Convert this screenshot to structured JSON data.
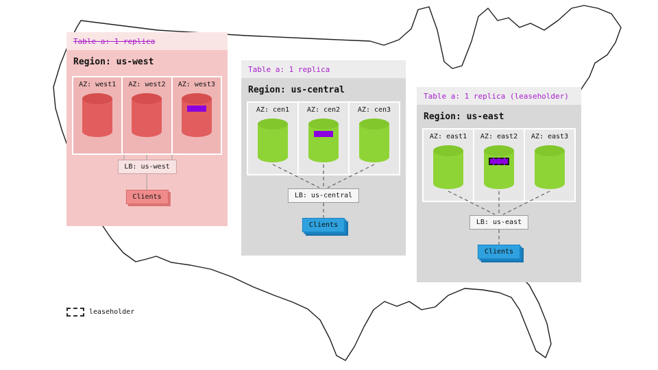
{
  "legend": {
    "label": "leaseholder"
  },
  "regions": [
    {
      "table_label": "Table a: 1 replica",
      "table_strikethrough": true,
      "region_label": "Region: us-west",
      "azs": [
        {
          "label": "AZ: west1",
          "chip": false
        },
        {
          "label": "AZ: west2",
          "chip": false
        },
        {
          "label": "AZ: west3",
          "chip": true
        }
      ],
      "lb_label": "LB: us-west",
      "clients_label": "Clients"
    },
    {
      "table_label": "Table a: 1 replica",
      "table_strikethrough": false,
      "region_label": "Region: us-central",
      "azs": [
        {
          "label": "AZ: cen1",
          "chip": false
        },
        {
          "label": "AZ: cen2",
          "chip": true
        },
        {
          "label": "AZ: cen3",
          "chip": false
        }
      ],
      "lb_label": "LB: us-central",
      "clients_label": "Clients"
    },
    {
      "table_label": "Table a: 1 replica (leaseholder)",
      "table_strikethrough": false,
      "region_label": "Region: us-east",
      "azs": [
        {
          "label": "AZ: east1",
          "chip": false
        },
        {
          "label": "AZ: east2",
          "chip": true,
          "chip_leaseholder": true
        },
        {
          "label": "AZ: east3",
          "chip": false
        }
      ],
      "lb_label": "LB: us-east",
      "clients_label": "Clients"
    }
  ],
  "colors": {
    "table_label": "#a81ccc",
    "replica_chip": "#8b00e0",
    "west_card": "#f5c6c6",
    "west_header": "#fae5e5",
    "west_az": "#efb5b5",
    "west_cylinder": "#e25e5e",
    "green_cylinder": "#8fd437",
    "gray_card": "#d8d8d8",
    "clients_blue": "#2ea1de",
    "clients_red": "#ef8b8b"
  }
}
